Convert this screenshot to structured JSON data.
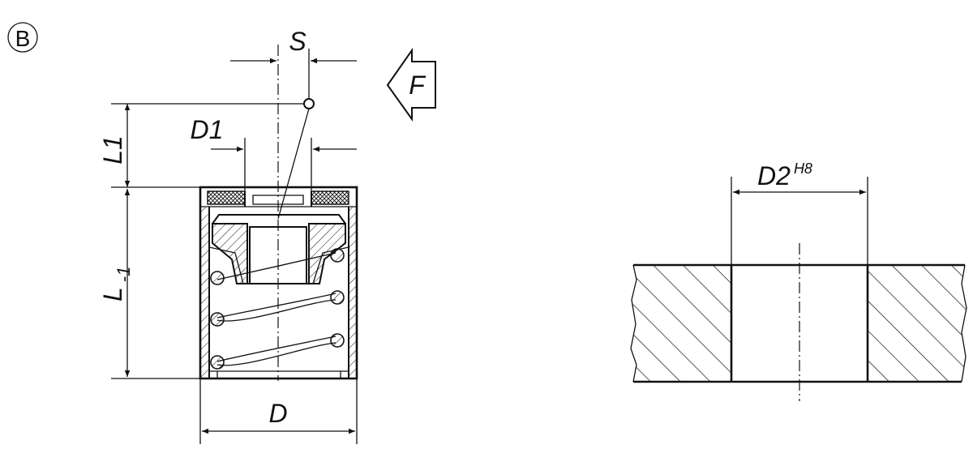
{
  "view_marker": "B",
  "left_view": {
    "dim_stroke": "S",
    "force_label": "F",
    "dim_l1": "L1",
    "dim_d1": "D1",
    "dim_length_main": "L",
    "dim_length_tol": "-1",
    "dim_diameter": "D"
  },
  "right_view": {
    "dim_bore_main": "D2",
    "dim_bore_fit": "H8"
  },
  "colors": {
    "line": "#111111",
    "background": "#ffffff"
  }
}
